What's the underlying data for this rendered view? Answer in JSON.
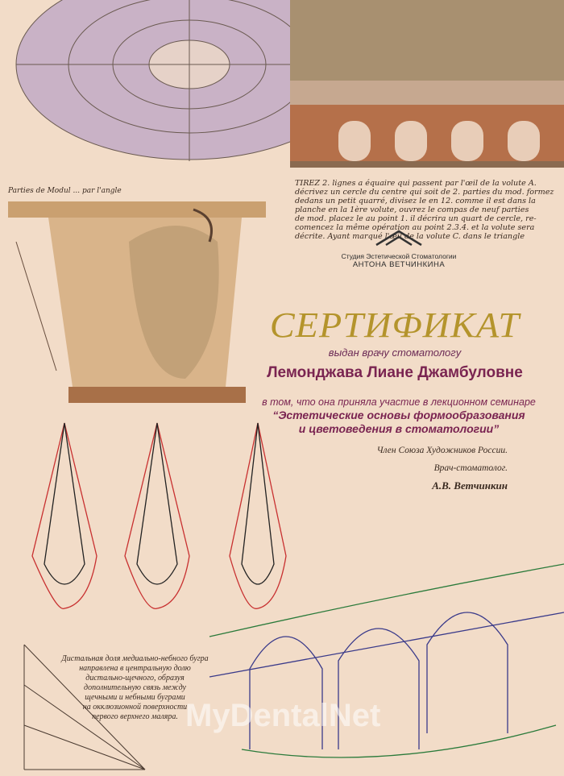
{
  "background_text": {
    "tirez_lines": [
      "TIREZ 2. lignes a équaire qui passent par l'œil de la volute A.",
      "décrivez un cercle du centre qui soit de 2. parties du mod. formez",
      "dedans un petit quarré, divisez le en 12. comme il est dans la",
      "planche en la 1ère volute, ouvrez le compas de neuf parties",
      "de mod. placez le au point 1. il décrira un quart de cercle, re-",
      "comencez la même opération au point 2.3.4. et la volute sera",
      "décrite.   Ayant marqué l'œil de la volute C. dans le triangle"
    ],
    "modul_caption": "Parties de Modul ... par l'angle",
    "note_lines": [
      "Дистальная доля медиально-небного бугра",
      "направлена в центральную долю",
      "дистально-щечного, образуя",
      "дополнительную связь между",
      "щечными и небными буграми",
      "на окклюзионной поверхности",
      "первого верхнего маляра."
    ]
  },
  "logo": {
    "line1": "Студия Эстетической Стоматологии",
    "line2": "АНТОНА ВЕТЧИНКИНА"
  },
  "certificate": {
    "title": "СЕРТИФИКАТ",
    "issued_to": "выдан врачу стоматологу",
    "recipient": "Лемонджава Лиане Джамбуловне",
    "participation": "в том, что она  приняла участие в лекционном семинаре",
    "seminar_line1": "“Эстетические основы формообразования",
    "seminar_line2": "и цветоведения в стоматологии”"
  },
  "signature": {
    "role1": "Член Союза Художников России.",
    "role2": "Врач-стоматолог.",
    "name": "А.В. Ветчинкин"
  },
  "watermark": "MyDentalNet",
  "colors": {
    "paper": "#f2dcc8",
    "title_gold": "#b4942c",
    "text_purple": "#7a2451"
  }
}
